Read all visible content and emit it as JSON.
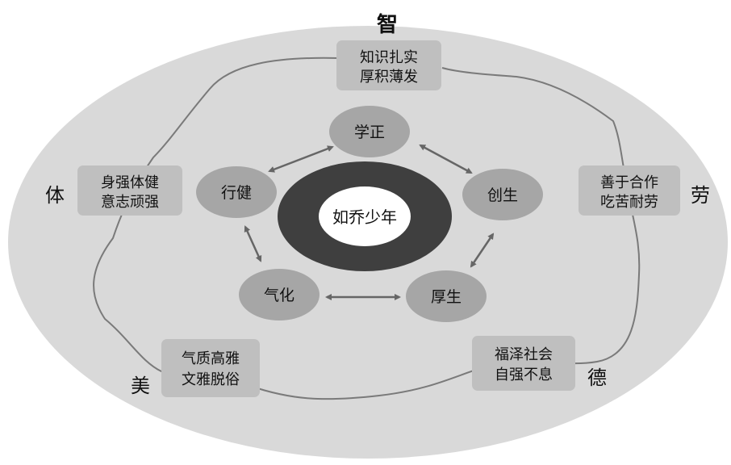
{
  "center": {
    "label": "如乔少年"
  },
  "inner_nodes": [
    {
      "id": "xuezheng",
      "label": "学正"
    },
    {
      "id": "chuangsheng",
      "label": "创生"
    },
    {
      "id": "housheng",
      "label": "厚生"
    },
    {
      "id": "qihua",
      "label": "气化"
    },
    {
      "id": "xingjian",
      "label": "行健"
    }
  ],
  "outer_boxes": [
    {
      "id": "zhi",
      "lines": [
        "知识扎实",
        "厚积薄发"
      ]
    },
    {
      "id": "lao",
      "lines": [
        "善于合作",
        "吃苦耐劳"
      ]
    },
    {
      "id": "de",
      "lines": [
        "福泽社会",
        "自强不息"
      ]
    },
    {
      "id": "mei",
      "lines": [
        "气质高雅",
        "文雅脱俗"
      ]
    },
    {
      "id": "ti",
      "lines": [
        "身强体健",
        "意志顽强"
      ]
    }
  ],
  "outer_labels": [
    {
      "id": "zhi",
      "label": "智"
    },
    {
      "id": "lao",
      "label": "劳"
    },
    {
      "id": "de",
      "label": "德"
    },
    {
      "id": "mei",
      "label": "美"
    },
    {
      "id": "ti",
      "label": "体"
    }
  ],
  "colors": {
    "outer_ellipse": "#d9d9d9",
    "inner_node": "#a6a6a6",
    "box": "#bfbfbf",
    "ring": "#3f3f3f",
    "ring_hole": "#ffffff",
    "curve": "#7a7a7a",
    "arrow": "#666666",
    "text": "#111111"
  }
}
